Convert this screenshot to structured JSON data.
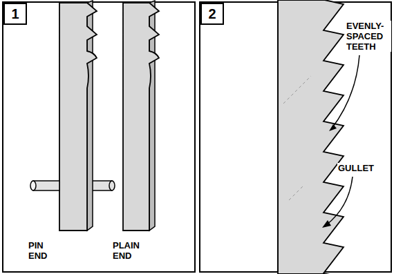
{
  "diagram": {
    "nodes": [
      {
        "text": [
          "1"
        ]
      },
      {
        "text": [
          "2"
        ]
      }
    ],
    "labels": [
      "PIN END",
      "PLAIN END",
      "EVENLY- SPACED TEETH",
      "GULLET"
    ]
  }
}
